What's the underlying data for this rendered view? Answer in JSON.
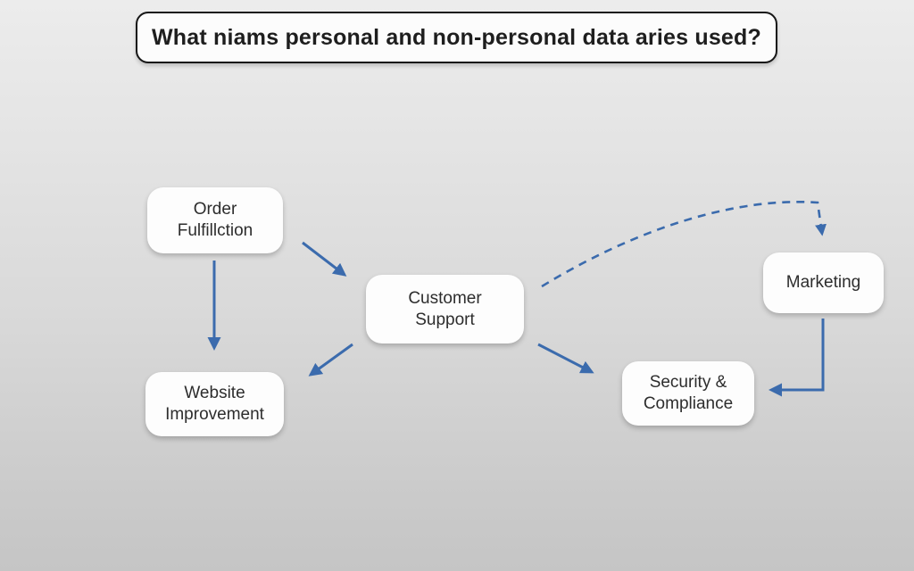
{
  "title": {
    "text": "What niams personal and non-personal data aries used?"
  },
  "diagram": {
    "nodes": [
      {
        "id": "order-fulfillction",
        "label": "Order\nFulfillction"
      },
      {
        "id": "customer-support",
        "label": "Customer\nSupport"
      },
      {
        "id": "website-improvement",
        "label": "Website\nImprovement"
      },
      {
        "id": "marketing",
        "label": "Marketing"
      },
      {
        "id": "security-compliance",
        "label": "Security &\nCompliance"
      }
    ],
    "edges": [
      {
        "from": "order-fulfillction",
        "to": "customer-support",
        "style": "solid"
      },
      {
        "from": "order-fulfillction",
        "to": "website-improvement",
        "style": "solid"
      },
      {
        "from": "customer-support",
        "to": "website-improvement",
        "style": "solid"
      },
      {
        "from": "customer-support",
        "to": "security-compliance",
        "style": "solid"
      },
      {
        "from": "customer-support",
        "to": "marketing",
        "style": "dashed-curve"
      },
      {
        "from": "marketing",
        "to": "security-compliance",
        "style": "solid-elbow"
      }
    ]
  },
  "colors": {
    "arrow": "#3b6bad",
    "node_background": "#fdfdfd",
    "node_text": "#2d2d2d",
    "title_border": "#161616",
    "background_top": "#ececec",
    "background_bottom": "#c5c5c5"
  }
}
